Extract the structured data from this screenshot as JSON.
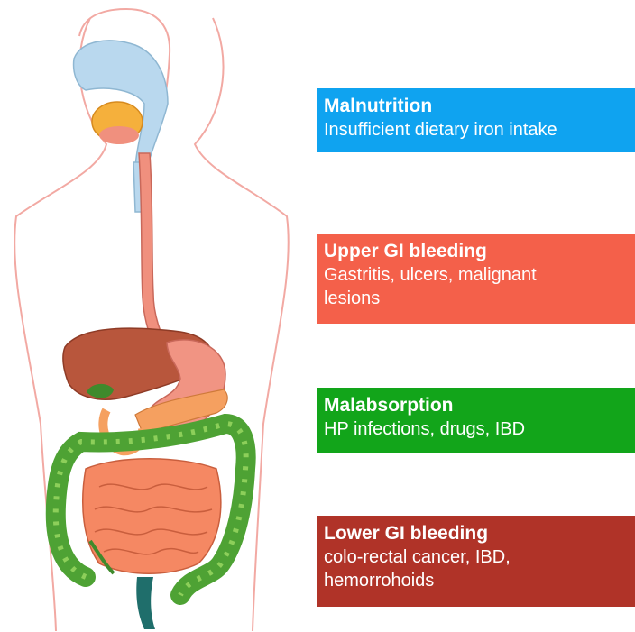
{
  "boxes": [
    {
      "title": "Malnutrition",
      "description": "Insufficient dietary iron intake",
      "color": "#0fa3f0"
    },
    {
      "title": "Upper GI bleeding",
      "description": "Gastritis, ulcers, malignant\nlesions",
      "color": "#f4604a"
    },
    {
      "title": "Malabsorption",
      "description": "HP infections, drugs, IBD",
      "color": "#12a51a"
    },
    {
      "title": "Lower GI bleeding",
      "description": "colo-rectal cancer, IBD,\nhemorrohoids",
      "color": "#b03328"
    }
  ],
  "organ_colors": {
    "body_outline": "#f2a9a3",
    "head_airway": "#b9d8ee",
    "mouth": "#f5b03c",
    "esophagus": "#f0907e",
    "liver": "#b8563c",
    "stomach": "#f19483",
    "pancreas": "#f5a060",
    "small_intestine": "#f58863",
    "large_intestine": "#4ea234",
    "rectum": "#1f6e6b"
  }
}
